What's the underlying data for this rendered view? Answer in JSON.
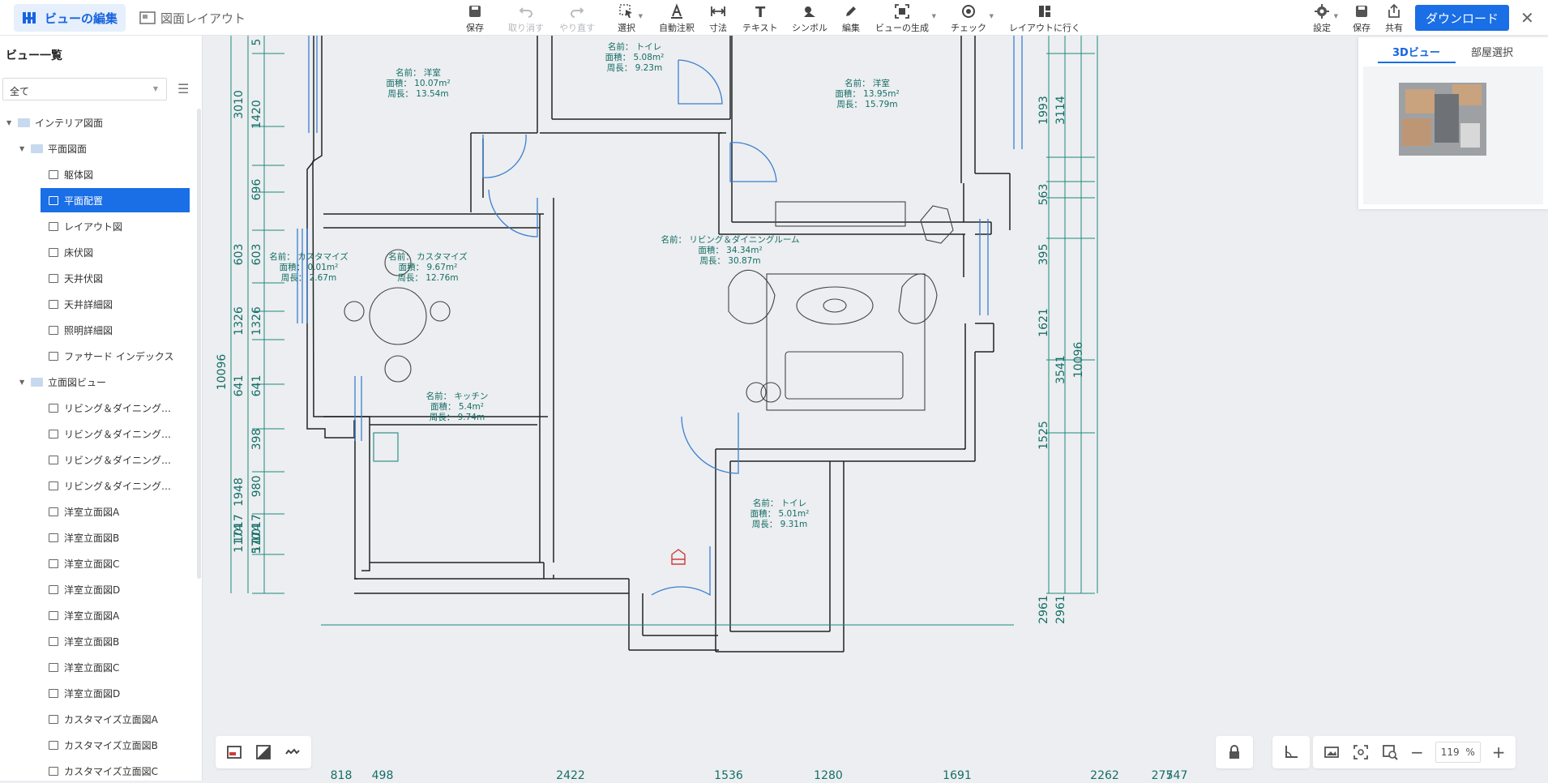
{
  "header": {
    "mode_edit": "ビューの編集",
    "mode_layout": "図面レイアウト",
    "tools": [
      {
        "id": "save",
        "label": "保存",
        "enabled": true
      },
      {
        "id": "undo",
        "label": "取り消す",
        "enabled": false
      },
      {
        "id": "redo",
        "label": "やり直す",
        "enabled": false
      },
      {
        "id": "select",
        "label": "選択",
        "enabled": true
      },
      {
        "id": "annotate",
        "label": "自動注釈",
        "enabled": true
      },
      {
        "id": "dimension",
        "label": "寸法",
        "enabled": true
      },
      {
        "id": "text",
        "label": "テキスト",
        "enabled": true
      },
      {
        "id": "symbol",
        "label": "シンボル",
        "enabled": true
      },
      {
        "id": "edit",
        "label": "編集",
        "enabled": true
      },
      {
        "id": "generate",
        "label": "ビューの生成",
        "enabled": true
      },
      {
        "id": "check",
        "label": "チェック",
        "enabled": true
      },
      {
        "id": "goto_layout",
        "label": "レイアウトに行く",
        "enabled": true
      }
    ],
    "right_tools": {
      "settings": "設定",
      "save": "保存",
      "share": "共有"
    },
    "download": "ダウンロード",
    "text_tool_icon": "T"
  },
  "sidebar": {
    "title": "ビュー一覧",
    "filter_value": "全て",
    "items": [
      {
        "label": "インテリア図面",
        "type": "folder"
      },
      {
        "label": "平面図面",
        "type": "folder"
      },
      {
        "label": "躯体図",
        "type": "page"
      },
      {
        "label": "平面配置",
        "type": "page",
        "selected": true
      },
      {
        "label": "レイアウト図",
        "type": "page"
      },
      {
        "label": "床伏図",
        "type": "page"
      },
      {
        "label": "天井伏図",
        "type": "page"
      },
      {
        "label": "天井詳細図",
        "type": "page"
      },
      {
        "label": "照明詳細図",
        "type": "page"
      },
      {
        "label": "ファサード インデックス",
        "type": "page"
      },
      {
        "label": "立面図ビュー",
        "type": "folder"
      },
      {
        "label": "リビング＆ダイニング…",
        "type": "elev"
      },
      {
        "label": "リビング＆ダイニング…",
        "type": "elev"
      },
      {
        "label": "リビング＆ダイニング…",
        "type": "elev"
      },
      {
        "label": "リビング＆ダイニング…",
        "type": "elev"
      },
      {
        "label": "洋室立面図A",
        "type": "elev"
      },
      {
        "label": "洋室立面図B",
        "type": "elev"
      },
      {
        "label": "洋室立面図C",
        "type": "elev"
      },
      {
        "label": "洋室立面図D",
        "type": "elev"
      },
      {
        "label": "洋室立面図A",
        "type": "elev"
      },
      {
        "label": "洋室立面図B",
        "type": "elev"
      },
      {
        "label": "洋室立面図C",
        "type": "elev"
      },
      {
        "label": "洋室立面図D",
        "type": "elev"
      },
      {
        "label": "カスタマイズ立面図A",
        "type": "elev"
      },
      {
        "label": "カスタマイズ立面図B",
        "type": "elev"
      },
      {
        "label": "カスタマイズ立面図C",
        "type": "elev"
      }
    ]
  },
  "minimap": {
    "tab_3d": "3Dビュー",
    "tab_room": "部屋選択"
  },
  "plan": {
    "rooms": [
      {
        "name": "名前：  洋室",
        "area": "面積：  10.07m²",
        "perim": "周長：  13.54m"
      },
      {
        "name": "名前：  トイレ",
        "area": "面積：  5.08m²",
        "perim": "周長：  9.23m"
      },
      {
        "name": "名前：  洋室",
        "area": "面積：  13.95m²",
        "perim": "周長：  15.79m"
      },
      {
        "name": "名前：  リビング＆ダイニングルーム",
        "area": "面積：  34.34m²",
        "perim": "周長：  30.87m"
      },
      {
        "name": "名前：  カスタマイズ",
        "area": "面積：  0.01m²",
        "perim": "周長：  2.67m"
      },
      {
        "name": "名前：  カスタマイズ",
        "area": "面積：  9.67m²",
        "perim": "周長：  12.76m"
      },
      {
        "name": "名前：  キッチン",
        "area": "面積：  5.4m²",
        "perim": "周長：  9.74m"
      },
      {
        "name": "名前：  トイレ",
        "area": "面積：  5.01m²",
        "perim": "周長：  9.31m"
      }
    ],
    "dims_left_outer": [
      "5",
      "3010",
      "1420",
      "696",
      "603",
      "603",
      "1326",
      "1326",
      "641",
      "641",
      "398",
      "1948",
      "980",
      "570",
      "1017",
      "1017",
      "1174",
      "1174"
    ],
    "dim_left_total": "10096",
    "dims_right": [
      "1993",
      "3114",
      "563",
      "395",
      "1621",
      "3541",
      "10096",
      "1525",
      "2961",
      "2961"
    ],
    "dims_bottom": [
      "818",
      "498",
      "2422",
      "1536",
      "1280",
      "1691",
      "2262",
      "277",
      "547"
    ]
  },
  "bottom": {
    "zoom": "119",
    "zoom_unit": "%",
    "zoom_minus": "−",
    "zoom_plus": "+"
  }
}
